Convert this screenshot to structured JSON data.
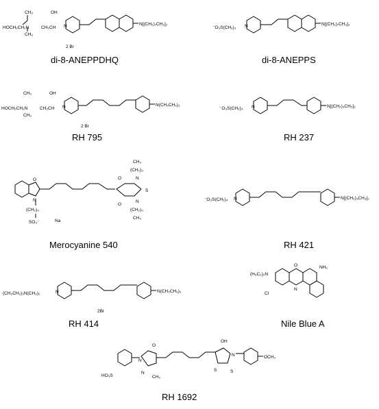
{
  "figure": {
    "captions": {
      "dianeppdhq": "di-8-ANEPPDHQ",
      "dianepps": "di-8-ANEPPS",
      "rh795": "RH 795",
      "rh237": "RH 237",
      "merocyanine": "Merocyanine 540",
      "rh421": "RH 421",
      "rh414": "RH 414",
      "nileblue": "Nile Blue A",
      "rh1692": "RH 1692"
    },
    "counterions": {
      "dianeppdhq": "2 Br",
      "rh795": "2 Br",
      "rh414": "2Br",
      "merocyanine": "Na",
      "nileblue": "Cl"
    },
    "groups": {
      "hoch2ch2n": "HOCH₂CH₂N",
      "ch3": "CH₃",
      "oh": "OH",
      "ch2ch": "CH₂CH",
      "n_plus": "N",
      "o3s_ch2_3": "⁻O₃S(CH₂)₃",
      "o3s_ch2_4": "⁻O₃S(CH₂)₄",
      "n_ch2ch3_8": "N[(CH₂)₇CH₃]₂",
      "n_ch2ch3_3": "N[(CH₂)₃CH₃]₂",
      "n_ch2ch3_2": "N(CH₂CH₃)₂",
      "ch2ch3_3n_ch3_2": "(CH₃CH₂)₃N(CH₃)₂",
      "ch2_3_ch3": "(CH₂)₃",
      "ch3_lower": "CH₃",
      "so3": "SO₃⁻",
      "ch2_3": "(CH₂)₃",
      "h5c2_2n": "(H₅C₂)₂N",
      "nh2": "NH₂",
      "o": "O",
      "s": "S",
      "n": "N",
      "hoc3s": "HO₃S",
      "och3": "OCH₃"
    }
  }
}
